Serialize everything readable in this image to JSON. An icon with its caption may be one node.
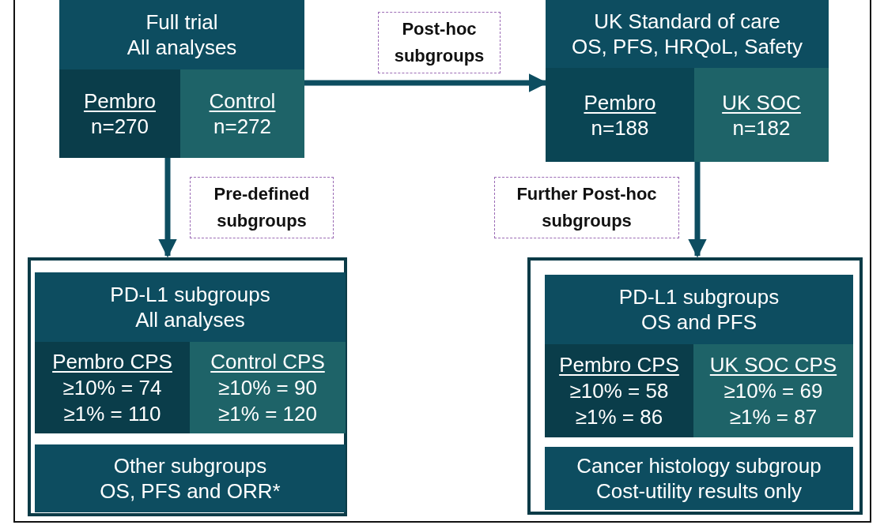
{
  "diagram": {
    "nodes": [
      {
        "text": [
          "Full trial",
          "All analyses"
        ]
      },
      {
        "text": [
          "Pembro",
          "n=270"
        ],
        "in": 0
      },
      {
        "text": [
          "Control",
          "n=272"
        ],
        "in": 0
      },
      {
        "text": [
          "UK Standard of care",
          "OS, PFS, HRQoL, Safety"
        ]
      },
      {
        "text": [
          "Pembro",
          "n=188"
        ],
        "in": 3
      },
      {
        "text": [
          "UK SOC",
          "n=182"
        ],
        "in": 3
      },
      {
        "text": [],
        "shape": "box"
      },
      {
        "text": [
          "PD-L1 subgroups",
          "All analyses"
        ],
        "in": 6
      },
      {
        "text": [
          "Pembro CPS",
          "≥10% = 74",
          "≥1% = 110"
        ],
        "in": 7
      },
      {
        "text": [
          "Control CPS",
          "≥10% = 90",
          "≥1% = 120"
        ],
        "in": 7
      },
      {
        "text": [
          "Other subgroups",
          "OS, PFS and ORR*"
        ],
        "in": 6
      },
      {
        "text": [],
        "shape": "box"
      },
      {
        "text": [
          "PD-L1 subgroups",
          "OS and PFS"
        ],
        "in": 11
      },
      {
        "text": [
          "Pembro CPS",
          "≥10% = 58",
          "≥1% = 86"
        ],
        "in": 12
      },
      {
        "text": [
          "UK SOC CPS",
          "≥10% = 69",
          "≥1% = 87"
        ],
        "in": 12
      },
      {
        "text": [
          "Cancer histology subgroup",
          "Cost-utility results only"
        ],
        "in": 11
      }
    ],
    "edges": [
      {
        "from": 0,
        "to": 3,
        "arrow": "to",
        "label": "Post-hoc subgroups"
      },
      {
        "from": 0,
        "to": 6,
        "arrow": "to",
        "label": "Pre-defined subgroups"
      },
      {
        "from": 3,
        "to": 11,
        "arrow": "to",
        "label": "Further Post-hoc subgroups"
      }
    ]
  }
}
